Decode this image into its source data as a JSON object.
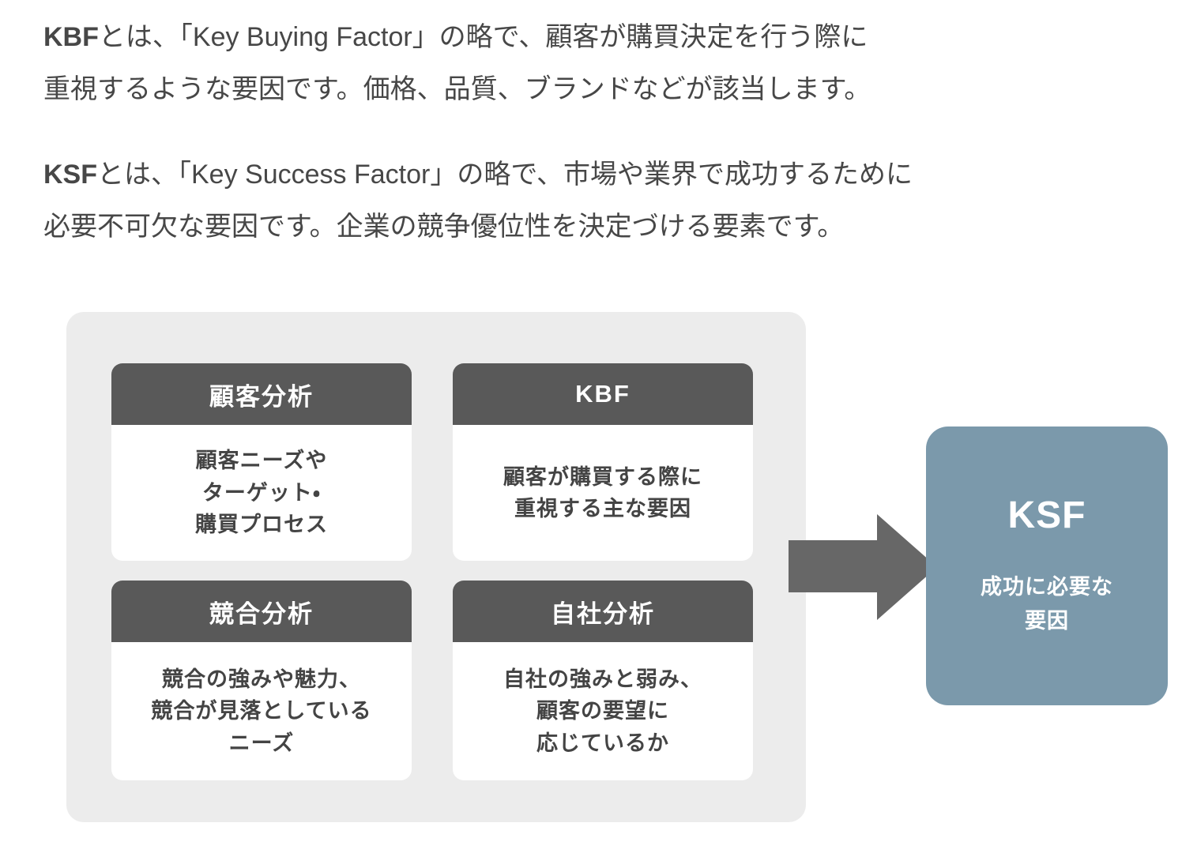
{
  "intro": {
    "paragraphs": [
      {
        "term": "KBF",
        "text": "とは、「Key Buying Factor」の略で、顧客が購買決定を行う際に\n重視するような要因です。価格、品質、ブランドなどが該当します。"
      },
      {
        "term": "KSF",
        "text": "とは、「Key Success Factor」の略で、市場や業界で成功するために\n必要不可欠な要因です。企業の競争優位性を決定づける要素です。"
      }
    ]
  },
  "diagram": {
    "cards": [
      {
        "title": "顧客分析",
        "body": "顧客ニーズや\nターゲット・\n購買プロセス"
      },
      {
        "title": "KBF",
        "body": "顧客が購買する際に\n重視する主な要因"
      },
      {
        "title": "競合分析",
        "body": "競合の強みや魅力、\n競合が見落としている\nニーズ"
      },
      {
        "title": "自社分析",
        "body": "自社の強みと弱み、\n顧客の要望に\n応じているか"
      }
    ],
    "result": {
      "title": "KSF",
      "body": "成功に必要な\n要因"
    },
    "colors": {
      "panel_bg": "#ececec",
      "card_header_bg": "#595959",
      "card_body_text": "#444444",
      "arrow": "#676767",
      "result_bg": "#7b99ab",
      "intro_text": "#474747"
    }
  }
}
